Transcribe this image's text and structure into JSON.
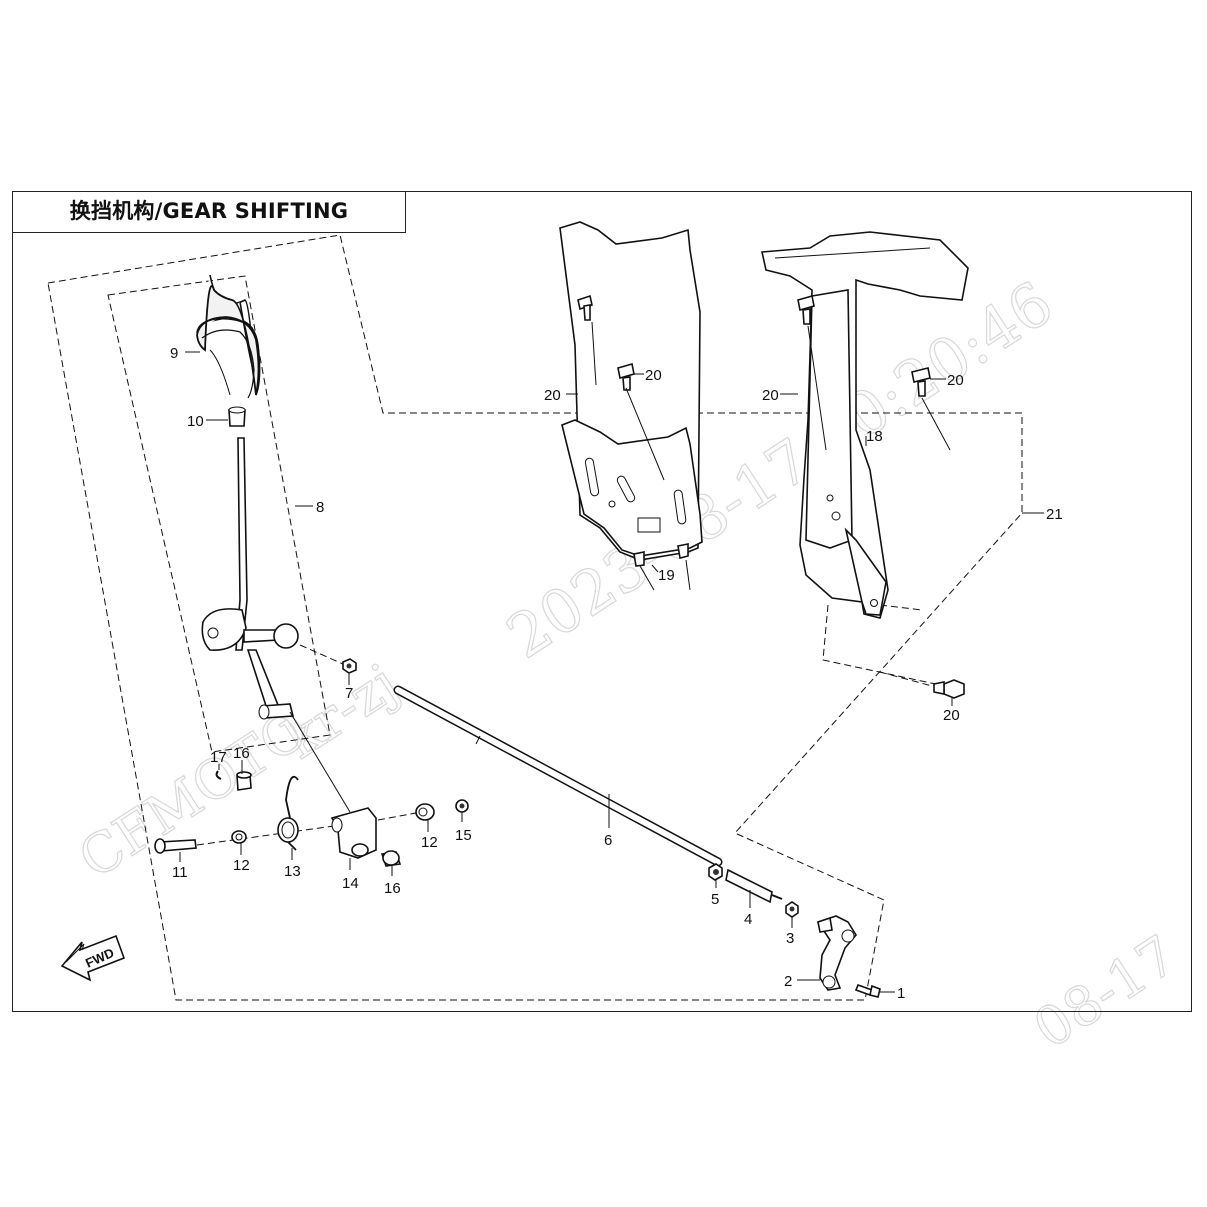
{
  "title": "换挡机构/GEAR SHIFTING",
  "fwd_label": "FWD",
  "watermark": {
    "brand": "CFMOTO",
    "user": "kr-zj",
    "timestamp": "2023-08-17 10:20:46",
    "date_fragment": "08-17"
  },
  "callouts": [
    "1",
    "2",
    "3",
    "4",
    "5",
    "6",
    "7",
    "8",
    "9",
    "10",
    "11",
    "12",
    "12",
    "13",
    "14",
    "15",
    "16",
    "16",
    "17",
    "18",
    "19",
    "20",
    "20",
    "20",
    "20",
    "20",
    "21"
  ]
}
